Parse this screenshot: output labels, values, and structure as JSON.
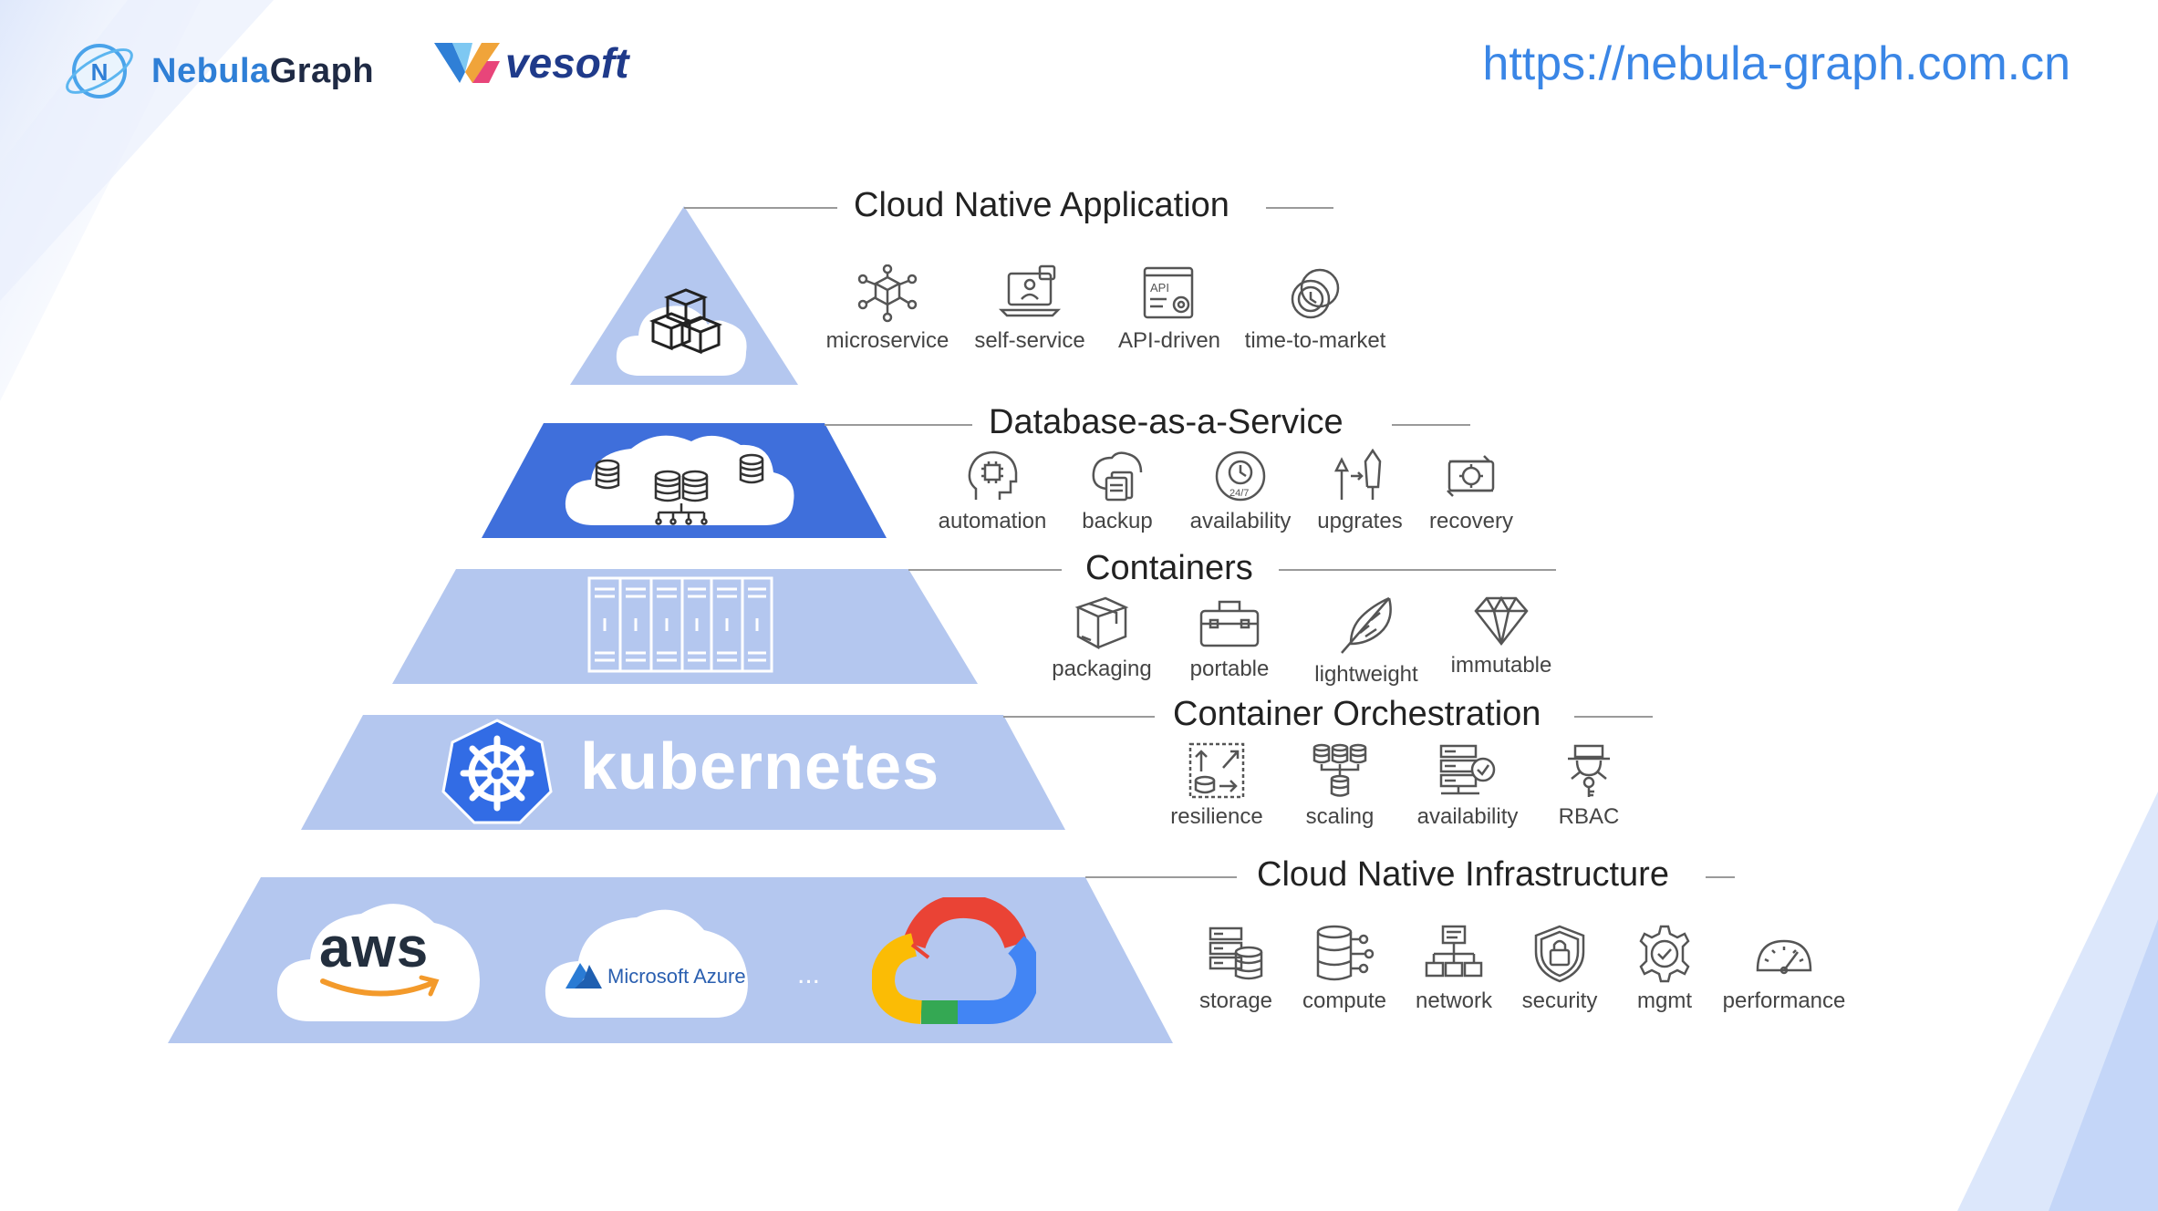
{
  "header": {
    "brand_primary": "Nebula",
    "brand_secondary": "Graph",
    "partner": "vesoft",
    "url": "https://nebula-graph.com.cn"
  },
  "colors": {
    "pyramid_light": "#b4c7ef",
    "pyramid_dark": "#3f6fdb",
    "accent_blue": "#3a86e6",
    "icon_stroke": "#555555"
  },
  "tiers": [
    {
      "title": "Cloud Native Application",
      "icons": [
        {
          "label": "microservice",
          "icon": "microservice-icon"
        },
        {
          "label": "self-service",
          "icon": "self-service-icon"
        },
        {
          "label": "API-driven",
          "icon": "api-driven-icon"
        },
        {
          "label": "time-to-market",
          "icon": "time-to-market-icon"
        }
      ]
    },
    {
      "title": "Database-as-a-Service",
      "icons": [
        {
          "label": "automation",
          "icon": "automation-icon"
        },
        {
          "label": "backup",
          "icon": "backup-icon"
        },
        {
          "label": "availability",
          "icon": "availability-24-7-icon"
        },
        {
          "label": "upgrates",
          "icon": "upgrades-icon"
        },
        {
          "label": "recovery",
          "icon": "recovery-icon"
        }
      ]
    },
    {
      "title": "Containers",
      "icons": [
        {
          "label": "packaging",
          "icon": "packaging-icon"
        },
        {
          "label": "portable",
          "icon": "portable-icon"
        },
        {
          "label": "lightweight",
          "icon": "lightweight-icon"
        },
        {
          "label": "immutable",
          "icon": "immutable-icon"
        }
      ]
    },
    {
      "title": "Container Orchestration",
      "icons": [
        {
          "label": "resilience",
          "icon": "resilience-icon"
        },
        {
          "label": "scaling",
          "icon": "scaling-icon"
        },
        {
          "label": "availability",
          "icon": "availability-icon"
        },
        {
          "label": "RBAC",
          "icon": "rbac-icon"
        }
      ]
    },
    {
      "title": "Cloud Native Infrastructure",
      "icons": [
        {
          "label": "storage",
          "icon": "storage-icon"
        },
        {
          "label": "compute",
          "icon": "compute-icon"
        },
        {
          "label": "network",
          "icon": "network-icon"
        },
        {
          "label": "security",
          "icon": "security-icon"
        },
        {
          "label": "mgmt",
          "icon": "mgmt-icon"
        },
        {
          "label": "performance",
          "icon": "performance-icon"
        }
      ]
    }
  ],
  "kubernetes_label": "kubernetes",
  "providers": {
    "aws": "aws",
    "azure": "Microsoft Azure",
    "ellipsis": "..."
  }
}
